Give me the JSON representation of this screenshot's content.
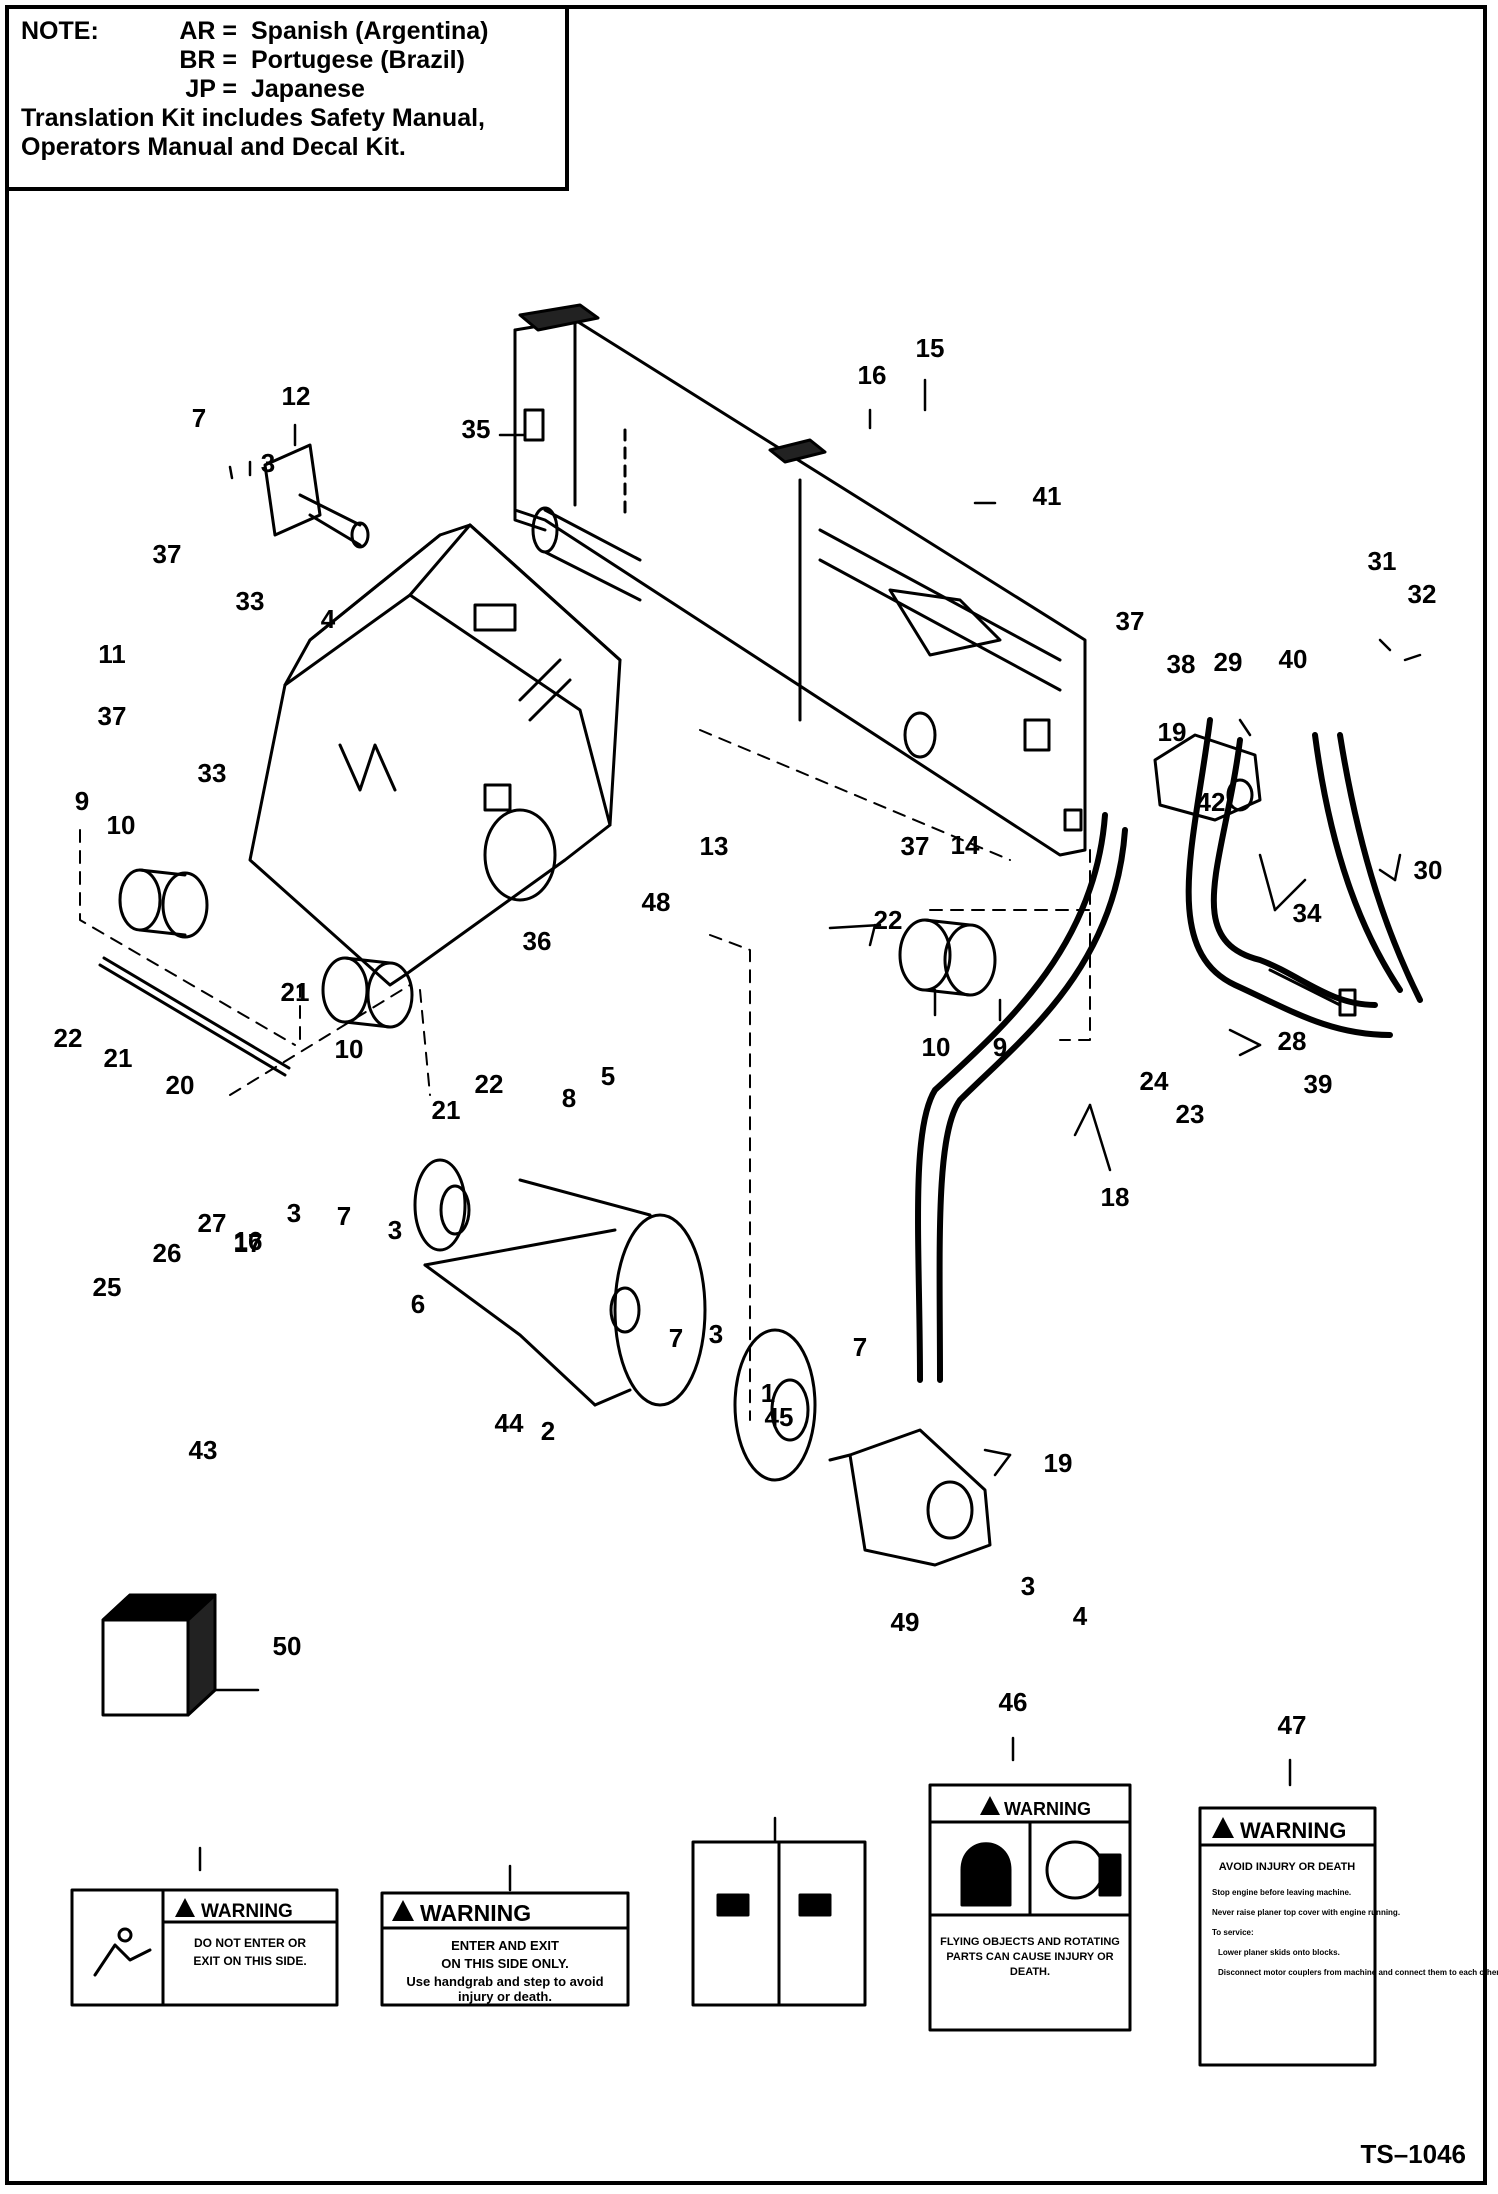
{
  "note": {
    "prefix": "NOTE:",
    "codes": [
      {
        "code": "AR =",
        "language": "Spanish (Argentina)"
      },
      {
        "code": "BR =",
        "language": "Portugese (Brazil)"
      },
      {
        "code": "JP =",
        "language": "Japanese"
      }
    ],
    "kit_line_1": "Translation Kit includes Safety Manual,",
    "kit_line_2": "Operators Manual and Decal Kit."
  },
  "drawing_id": "TS–1046",
  "callouts": [
    "1",
    "2",
    "3",
    "4",
    "5",
    "6",
    "7",
    "8",
    "9",
    "10",
    "11",
    "12",
    "13",
    "14",
    "15",
    "16",
    "17",
    "18",
    "19",
    "20",
    "21",
    "22",
    "23",
    "24",
    "25",
    "26",
    "27",
    "28",
    "29",
    "30",
    "31",
    "32",
    "33",
    "34",
    "35",
    "36",
    "37",
    "38",
    "39",
    "40",
    "41",
    "42",
    "43",
    "44",
    "45",
    "46",
    "47",
    "48",
    "49",
    "50"
  ],
  "decals": {
    "d43": {
      "number": "43",
      "warning": "WARNING",
      "line1": "DO NOT ENTER OR",
      "line2": "EXIT ON THIS SIDE."
    },
    "d44": {
      "number": "44",
      "warning": "WARNING",
      "line1": "ENTER AND EXIT",
      "line2": "ON THIS SIDE ONLY.",
      "line3": "Use handgrab and step to avoid",
      "line4": "injury or death."
    },
    "d45": {
      "number": "45"
    },
    "d46": {
      "number": "46",
      "warning": "WARNING",
      "line1": "FLYING OBJECTS AND ROTATING",
      "line2": "PARTS CAN CAUSE INJURY OR",
      "line3": "DEATH."
    },
    "d47": {
      "number": "47",
      "warning": "WARNING",
      "line1": "AVOID INJURY OR DEATH",
      "b1": "Stop engine before leaving machine.",
      "b2": "Never raise planer top cover with engine running.",
      "b3": "To service:",
      "s1": "Lower planer skids onto blocks.",
      "s2": "Disconnect motor couplers from machine and connect them to each other."
    }
  }
}
